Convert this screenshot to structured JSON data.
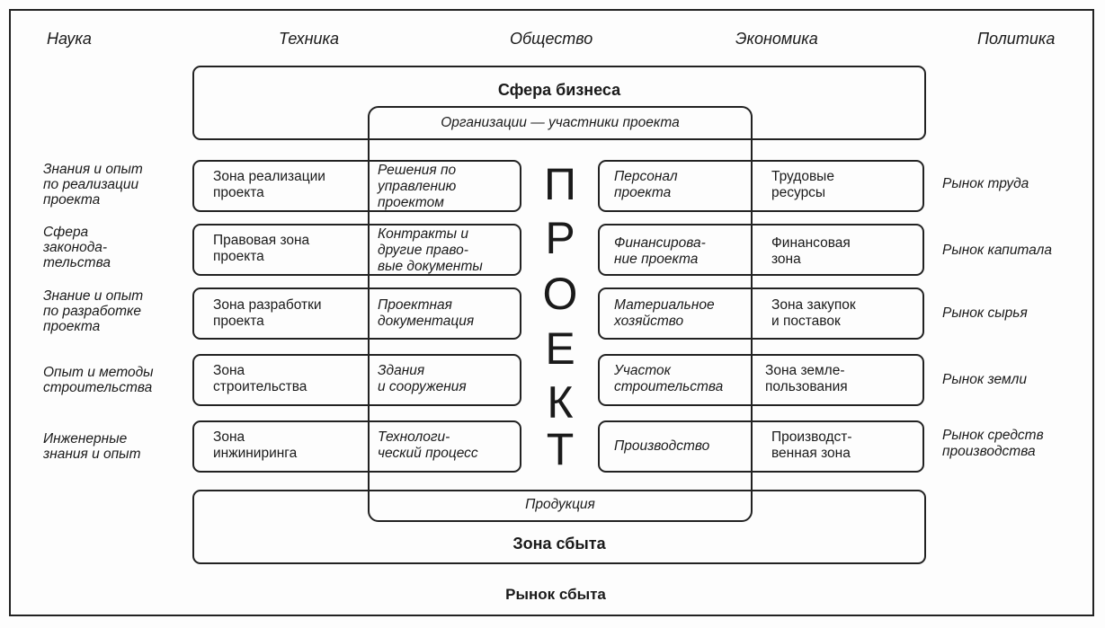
{
  "top_labels": [
    "Наука",
    "Техника",
    "Общество",
    "Экономика",
    "Политика"
  ],
  "business_sphere": "Сфера бизнеса",
  "organizations": "Организации — участники проекта",
  "project_letters": [
    "П",
    "Р",
    "О",
    "Е",
    "К",
    "Т"
  ],
  "products": "Продукция",
  "sales_zone": "Зона сбыта",
  "sales_market": "Рынок сбыта",
  "rows": [
    {
      "left_label": [
        "Знания и опыт",
        "по реализации",
        "проекта"
      ],
      "zone": [
        "Зона реализации",
        "проекта"
      ],
      "inner_left": [
        "Решения по",
        "управлению",
        "проектом"
      ],
      "inner_right": [
        "Персонал",
        "проекта"
      ],
      "resource": [
        "Трудовые",
        "ресурсы"
      ],
      "market": [
        "Рынок труда"
      ]
    },
    {
      "left_label": [
        "Сфера",
        "законода-",
        "тельства"
      ],
      "zone": [
        "Правовая зона",
        "проекта"
      ],
      "inner_left": [
        "Контракты и",
        "другие право-",
        "вые документы"
      ],
      "inner_right": [
        "Финансирова-",
        "ние проекта"
      ],
      "resource": [
        "Финансовая",
        "зона"
      ],
      "market": [
        "Рынок капитала"
      ]
    },
    {
      "left_label": [
        "Знание и опыт",
        "по разработке",
        "проекта"
      ],
      "zone": [
        "Зона разработки",
        "проекта"
      ],
      "inner_left": [
        "Проектная",
        "документация"
      ],
      "inner_right": [
        "Материальное",
        "хозяйство"
      ],
      "resource": [
        "Зона закупок",
        "и поставок"
      ],
      "market": [
        "Рынок сырья"
      ]
    },
    {
      "left_label": [
        "Опыт и методы",
        "строительства"
      ],
      "zone": [
        "Зона",
        "строительства"
      ],
      "inner_left": [
        "Здания",
        "и сооружения"
      ],
      "inner_right": [
        "Участок",
        "строительства"
      ],
      "resource": [
        "Зона земле-",
        "пользования"
      ],
      "market": [
        "Рынок земли"
      ]
    },
    {
      "left_label": [
        "Инженерные",
        "знания и опыт"
      ],
      "zone": [
        "Зона",
        "инжиниринга"
      ],
      "inner_left": [
        "Технологи-",
        "ческий процесс"
      ],
      "inner_right": [
        "Производство"
      ],
      "resource": [
        "Производст-",
        "венная зона"
      ],
      "market": [
        "Рынок средств",
        "производства"
      ]
    }
  ]
}
